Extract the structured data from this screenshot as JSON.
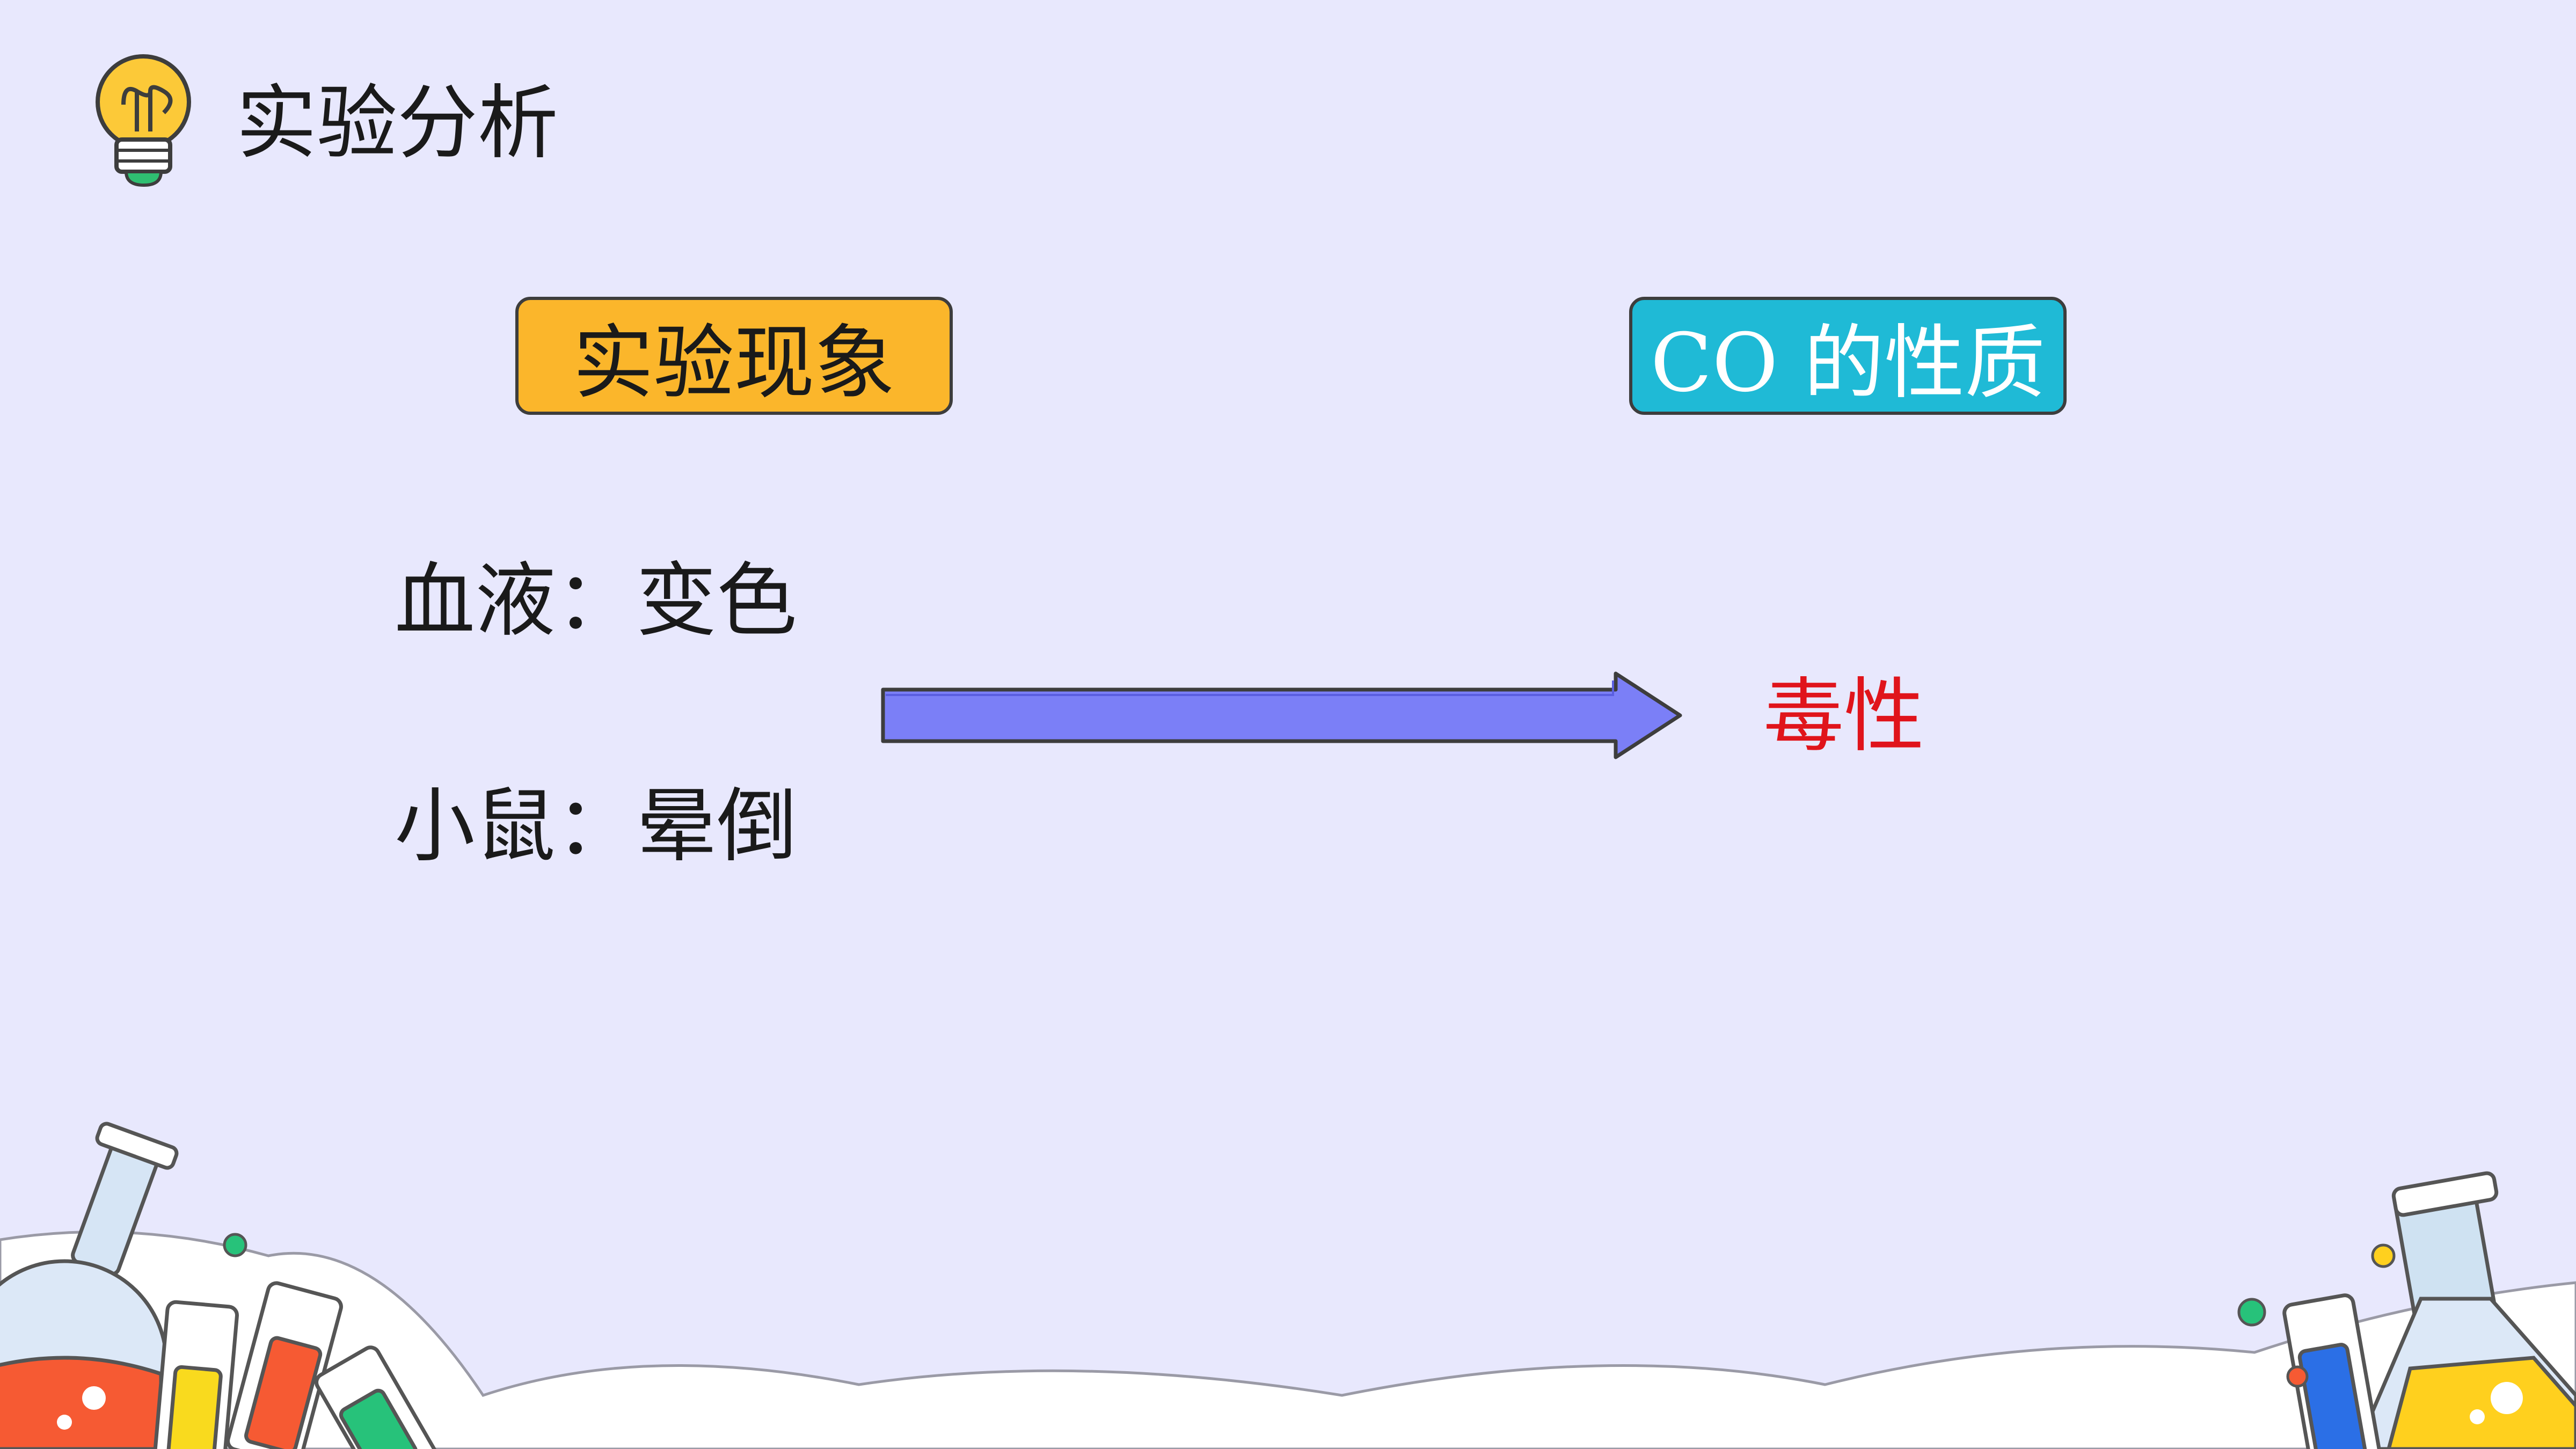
{
  "header": {
    "title": "实验分析",
    "icon": "lightbulb-icon"
  },
  "tags": {
    "phenomenon": "实验现象",
    "property": "CO  的性质"
  },
  "observations": [
    {
      "label": "血液：变色"
    },
    {
      "label": "小鼠：晕倒"
    }
  ],
  "result": "毒性",
  "colors": {
    "background": "#e8e8fd",
    "phenomenon_tag": "#fbb62b",
    "property_tag": "#1fbad6",
    "arrow": "#7b7ff7",
    "result_text": "#e0141b"
  }
}
